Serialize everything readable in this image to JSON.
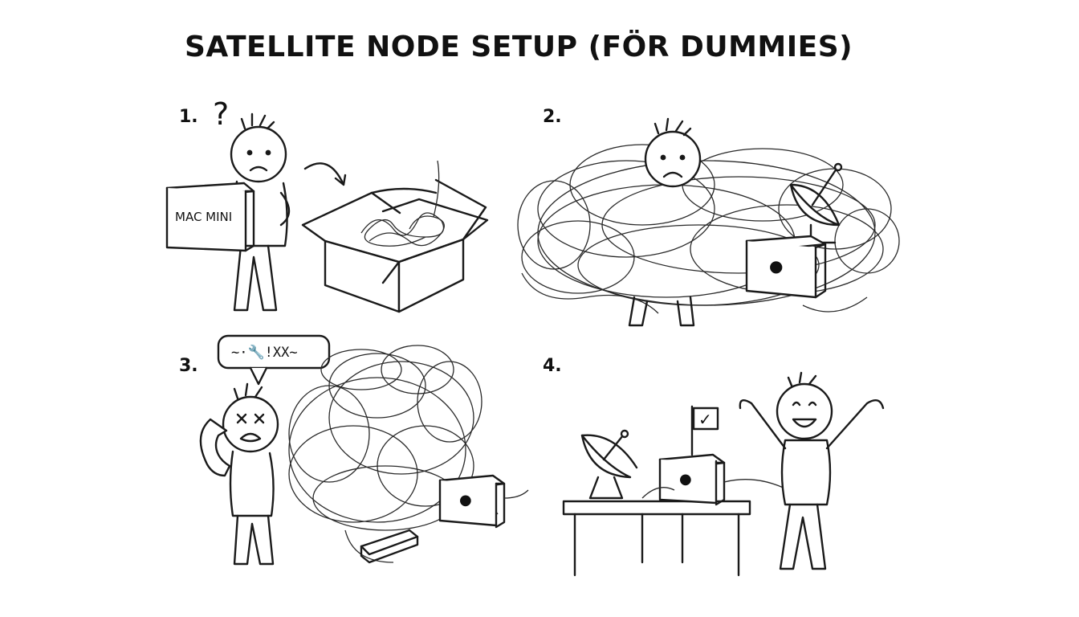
{
  "title": "SATELLITE NODE SETUP (FÖR DUMMIES)",
  "panels": [
    {
      "number": "1.",
      "question_mark": "?",
      "box_label": "MAC MINI"
    },
    {
      "number": "2."
    },
    {
      "number": "3.",
      "speech_text": "~·🔧!XX~"
    },
    {
      "number": "4.",
      "flag_mark": "✓"
    }
  ],
  "icons": [
    "apple-logo-icon",
    "satellite-dish-icon",
    "checkmark-flag-icon",
    "power-strip-icon",
    "phone-icon"
  ]
}
